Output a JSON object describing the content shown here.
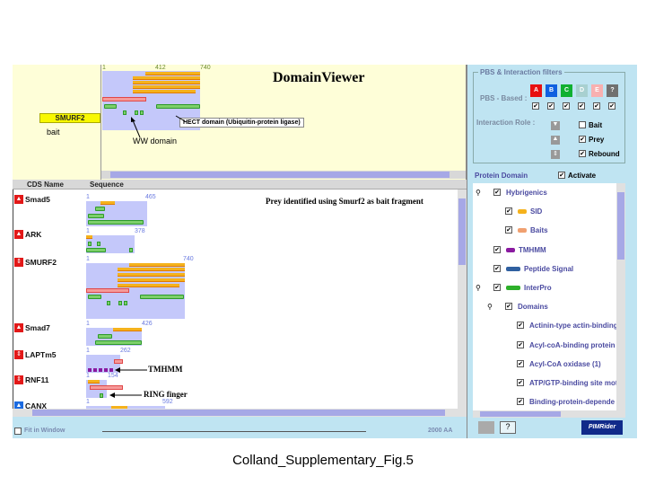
{
  "title": "DomainViewer",
  "bait": {
    "name": "SMURF2",
    "label": "bait",
    "start": "1",
    "mid": "412",
    "end": "740",
    "hect_tooltip": "HECT domain (Ubiquitin-protein ligase)",
    "ww_label": "WW domain"
  },
  "list": {
    "col_name": "CDS Name",
    "col_seq": "Sequence",
    "note": "Prey identified using Smurf2 as bait fragment",
    "rows": [
      {
        "name": "Smad5",
        "start": "1",
        "end": "465",
        "icon": "prey"
      },
      {
        "name": "ARK",
        "start": "1",
        "end": "378",
        "icon": "prey"
      },
      {
        "name": "SMURF2",
        "start": "1",
        "end": "740",
        "icon": "rebound"
      },
      {
        "name": "Smad7",
        "start": "1",
        "end": "426",
        "icon": "prey"
      },
      {
        "name": "LAPTm5",
        "start": "1",
        "end": "262",
        "icon": "rebound"
      },
      {
        "name": "RNF11",
        "start": "1",
        "end": "154",
        "icon": "rebound"
      },
      {
        "name": "CANX",
        "start": "1",
        "end": "592",
        "icon": "prey-blue"
      }
    ],
    "tmhmm_label": "TMHMM",
    "ring_label": "RING finger"
  },
  "bottom": {
    "fit_label": "Fit in Window",
    "scale": "2000 AA"
  },
  "filters": {
    "title": "PBS & Interaction filters",
    "pbs_label": "PBS - Based :",
    "pbs": [
      {
        "l": "A",
        "c": "#e81010"
      },
      {
        "l": "B",
        "c": "#1060e0"
      },
      {
        "l": "C",
        "c": "#10b030"
      },
      {
        "l": "D",
        "c": "#a8d0d0"
      },
      {
        "l": "E",
        "c": "#f8b0b0"
      },
      {
        "l": "?",
        "c": "#707070"
      }
    ],
    "role_label": "Interaction Role :",
    "roles": [
      {
        "l": "Bait",
        "checked": false
      },
      {
        "l": "Prey",
        "checked": true
      },
      {
        "l": "Rebound",
        "checked": true
      }
    ]
  },
  "protein_domain": {
    "title": "Protein Domain",
    "activate": "Activate",
    "tree": [
      "Hybrigenics",
      "SID",
      "Baits",
      "TMHMM",
      "Peptide Signal",
      "InterPro",
      "Domains",
      "Actinin-type actin-binding",
      "Acyl-coA-binding protein",
      "Acyl-CoA oxidase (1)",
      "ATP/GTP-binding site mot",
      "Binding-protein-depende"
    ]
  },
  "logo": "PIMRider",
  "caption": "Colland_Supplementary_Fig.5"
}
